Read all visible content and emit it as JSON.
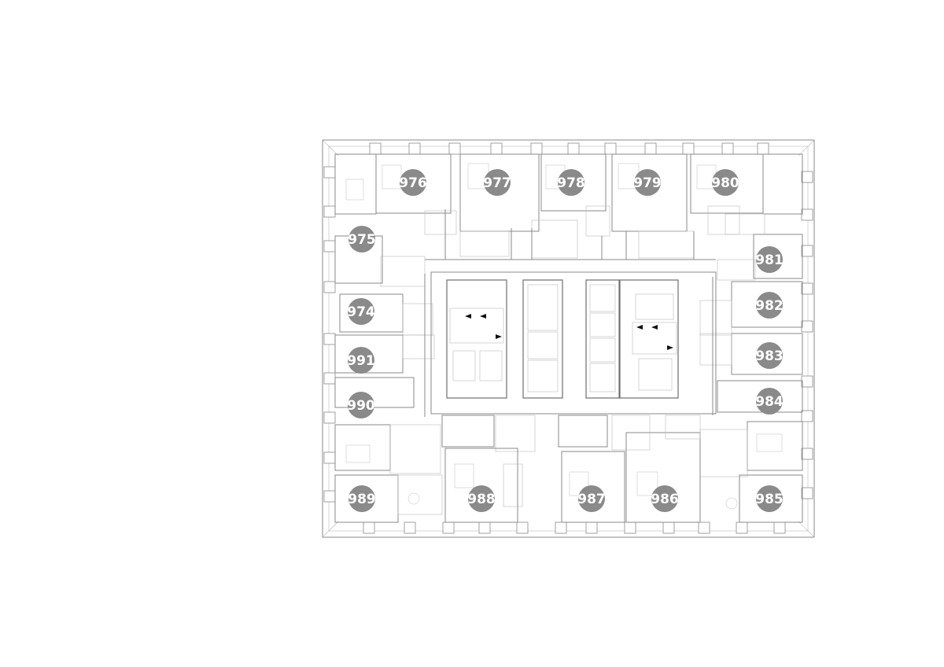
{
  "plan": {
    "units": [
      {
        "number": "976"
      },
      {
        "number": "977"
      },
      {
        "number": "978"
      },
      {
        "number": "979"
      },
      {
        "number": "980"
      },
      {
        "number": "975"
      },
      {
        "number": "981"
      },
      {
        "number": "974"
      },
      {
        "number": "982"
      },
      {
        "number": "991"
      },
      {
        "number": "983"
      },
      {
        "number": "990"
      },
      {
        "number": "984"
      },
      {
        "number": "989"
      },
      {
        "number": "988"
      },
      {
        "number": "987"
      },
      {
        "number": "986"
      },
      {
        "number": "985"
      }
    ],
    "colors": {
      "marker": "#8a8a8a",
      "marker_text": "#ffffff",
      "wall": "#8a8a8a",
      "background": "#ffffff"
    }
  }
}
